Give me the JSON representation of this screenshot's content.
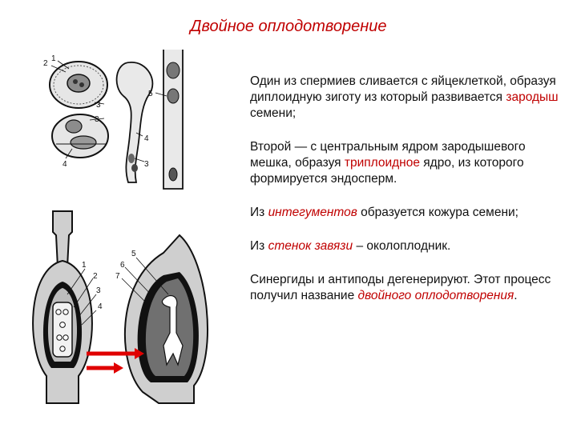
{
  "title": "Двойное оплодотворение",
  "paragraphs": [
    {
      "a": "Один из спермиев сливается с яйцеклеткой, образуя диплоидную зиготу из который развивается ",
      "hl": "зародыш",
      "b": " семени;"
    },
    {
      "a": "Второй — с центральным ядром зародышевого мешка, образуя ",
      "hl": "триплоидное",
      "b": " ядро, из которого формируется эндосперм."
    },
    {
      "a": "Из ",
      "hl": "интегументов",
      "b": " образуется кожура семени;"
    },
    {
      "a": "Из ",
      "hl": "стенок завязи",
      "b": " – околоплодник."
    },
    {
      "a": "Синергиды и антиподы дегенерируют. Этот процесс получил название ",
      "hl": "двойного оплодотворения",
      "b": "."
    }
  ],
  "figure_top": {
    "labels": [
      "2",
      "1",
      "3",
      "3",
      "4",
      "5",
      "4",
      "3"
    ]
  },
  "figure_bottom": {
    "labels": [
      "1",
      "2",
      "3",
      "4",
      "6",
      "7",
      "5"
    ]
  },
  "colors": {
    "title": "#c00000",
    "highlight": "#c00000",
    "arrow": "#e00000",
    "tissue": "#cfcfcf",
    "embryo_sac": "#707070"
  }
}
